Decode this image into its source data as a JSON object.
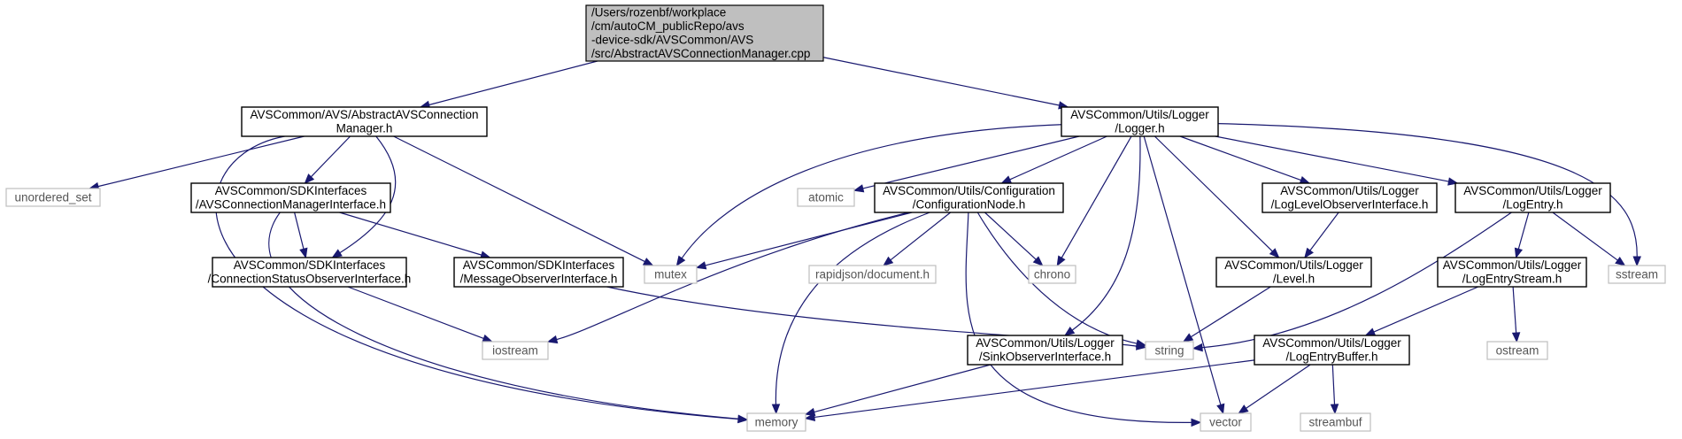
{
  "nodes": {
    "root": {
      "lines": [
        "/Users/rozenbf/workplace",
        "/cm/autoCM_publicRepo/avs",
        "-device-sdk/AVSCommon/AVS",
        "/src/AbstractAVSConnectionManager.cpp"
      ],
      "style": "root"
    },
    "abstract_mgr_h": {
      "lines": [
        "AVSCommon/AVS/AbstractAVSConnection",
        "Manager.h"
      ],
      "style": "main"
    },
    "logger_h": {
      "lines": [
        "AVSCommon/Utils/Logger",
        "/Logger.h"
      ],
      "style": "main"
    },
    "unordered_set": {
      "lines": [
        "unordered_set"
      ],
      "style": "ext"
    },
    "conn_mgr_iface": {
      "lines": [
        "AVSCommon/SDKInterfaces",
        "/AVSConnectionManagerInterface.h"
      ],
      "style": "main"
    },
    "atomic": {
      "lines": [
        "atomic"
      ],
      "style": "ext"
    },
    "config_node": {
      "lines": [
        "AVSCommon/Utils/Configuration",
        "/ConfigurationNode.h"
      ],
      "style": "main"
    },
    "log_level_obs": {
      "lines": [
        "AVSCommon/Utils/Logger",
        "/LogLevelObserverInterface.h"
      ],
      "style": "main"
    },
    "log_entry": {
      "lines": [
        "AVSCommon/Utils/Logger",
        "/LogEntry.h"
      ],
      "style": "main"
    },
    "conn_status_obs": {
      "lines": [
        "AVSCommon/SDKInterfaces",
        "/ConnectionStatusObserverInterface.h"
      ],
      "style": "main"
    },
    "msg_obs": {
      "lines": [
        "AVSCommon/SDKInterfaces",
        "/MessageObserverInterface.h"
      ],
      "style": "main"
    },
    "mutex": {
      "lines": [
        "mutex"
      ],
      "style": "ext"
    },
    "rapidjson": {
      "lines": [
        "rapidjson/document.h"
      ],
      "style": "ext"
    },
    "chrono": {
      "lines": [
        "chrono"
      ],
      "style": "ext"
    },
    "level_h": {
      "lines": [
        "AVSCommon/Utils/Logger",
        "/Level.h"
      ],
      "style": "main"
    },
    "log_entry_stream": {
      "lines": [
        "AVSCommon/Utils/Logger",
        "/LogEntryStream.h"
      ],
      "style": "main"
    },
    "sstream": {
      "lines": [
        "sstream"
      ],
      "style": "ext"
    },
    "iostream": {
      "lines": [
        "iostream"
      ],
      "style": "ext"
    },
    "sink_obs": {
      "lines": [
        "AVSCommon/Utils/Logger",
        "/SinkObserverInterface.h"
      ],
      "style": "main"
    },
    "string": {
      "lines": [
        "string"
      ],
      "style": "ext"
    },
    "log_entry_buffer": {
      "lines": [
        "AVSCommon/Utils/Logger",
        "/LogEntryBuffer.h"
      ],
      "style": "main"
    },
    "ostream": {
      "lines": [
        "ostream"
      ],
      "style": "ext"
    },
    "memory": {
      "lines": [
        "memory"
      ],
      "style": "ext"
    },
    "vector": {
      "lines": [
        "vector"
      ],
      "style": "ext"
    },
    "streambuf": {
      "lines": [
        "streambuf"
      ],
      "style": "ext"
    }
  },
  "edges": [
    [
      "root",
      "abstract_mgr_h"
    ],
    [
      "root",
      "logger_h"
    ],
    [
      "abstract_mgr_h",
      "unordered_set"
    ],
    [
      "abstract_mgr_h",
      "memory"
    ],
    [
      "abstract_mgr_h",
      "conn_mgr_iface"
    ],
    [
      "abstract_mgr_h",
      "conn_status_obs"
    ],
    [
      "abstract_mgr_h",
      "mutex"
    ],
    [
      "conn_mgr_iface",
      "memory"
    ],
    [
      "conn_mgr_iface",
      "conn_status_obs"
    ],
    [
      "conn_mgr_iface",
      "msg_obs"
    ],
    [
      "conn_status_obs",
      "iostream"
    ],
    [
      "msg_obs",
      "string"
    ],
    [
      "logger_h",
      "mutex"
    ],
    [
      "logger_h",
      "atomic"
    ],
    [
      "logger_h",
      "config_node"
    ],
    [
      "logger_h",
      "chrono"
    ],
    [
      "logger_h",
      "sink_obs"
    ],
    [
      "logger_h",
      "vector"
    ],
    [
      "logger_h",
      "level_h"
    ],
    [
      "logger_h",
      "log_level_obs"
    ],
    [
      "logger_h",
      "log_entry"
    ],
    [
      "logger_h",
      "sstream"
    ],
    [
      "config_node",
      "mutex"
    ],
    [
      "config_node",
      "iostream"
    ],
    [
      "config_node",
      "memory"
    ],
    [
      "config_node",
      "rapidjson"
    ],
    [
      "config_node",
      "chrono"
    ],
    [
      "config_node",
      "string"
    ],
    [
      "config_node",
      "vector"
    ],
    [
      "log_level_obs",
      "level_h"
    ],
    [
      "level_h",
      "string"
    ],
    [
      "log_entry",
      "string"
    ],
    [
      "log_entry",
      "log_entry_stream"
    ],
    [
      "log_entry",
      "sstream"
    ],
    [
      "log_entry_stream",
      "log_entry_buffer"
    ],
    [
      "log_entry_stream",
      "ostream"
    ],
    [
      "sink_obs",
      "memory"
    ],
    [
      "log_entry_buffer",
      "memory"
    ],
    [
      "log_entry_buffer",
      "vector"
    ],
    [
      "log_entry_buffer",
      "streambuf"
    ]
  ]
}
